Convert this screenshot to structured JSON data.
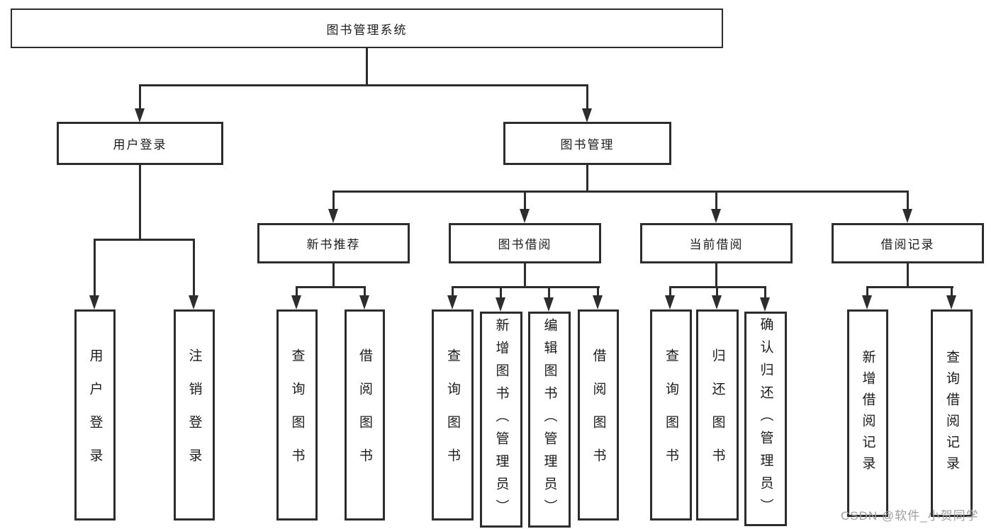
{
  "diagram_type": "hierarchy",
  "root": {
    "label": "图书管理系统"
  },
  "level2": {
    "user_login": {
      "label": "用户登录",
      "parent": "图书管理系统"
    },
    "book_management": {
      "label": "图书管理",
      "parent": "图书管理系统"
    }
  },
  "level3": {
    "new_book_recommend": {
      "label": "新书推荐",
      "parent": "图书管理"
    },
    "book_borrow": {
      "label": "图书借阅",
      "parent": "图书管理"
    },
    "current_borrow": {
      "label": "当前借阅",
      "parent": "图书管理"
    },
    "borrow_records": {
      "label": "借阅记录",
      "parent": "图书管理"
    }
  },
  "leaves": {
    "user_login": [
      "用户登录",
      "注销登录"
    ],
    "new_book_recommend": [
      "查询图书",
      "借阅图书"
    ],
    "book_borrow": [
      "查询图书",
      "新增图书（管理员）",
      "编辑图书（管理员）",
      "借阅图书"
    ],
    "current_borrow": [
      "查询图书",
      "归还图书",
      "确认归还（管理员）"
    ],
    "borrow_records": [
      "新增借阅记录",
      "查询借阅记录"
    ]
  },
  "watermark": {
    "text": "CSDN @软件_小贺同学",
    "color": "#9f9f9f"
  },
  "colors": {
    "line": "#2d2d2d",
    "text": "#1c1c1c",
    "background": "#ffffff"
  }
}
